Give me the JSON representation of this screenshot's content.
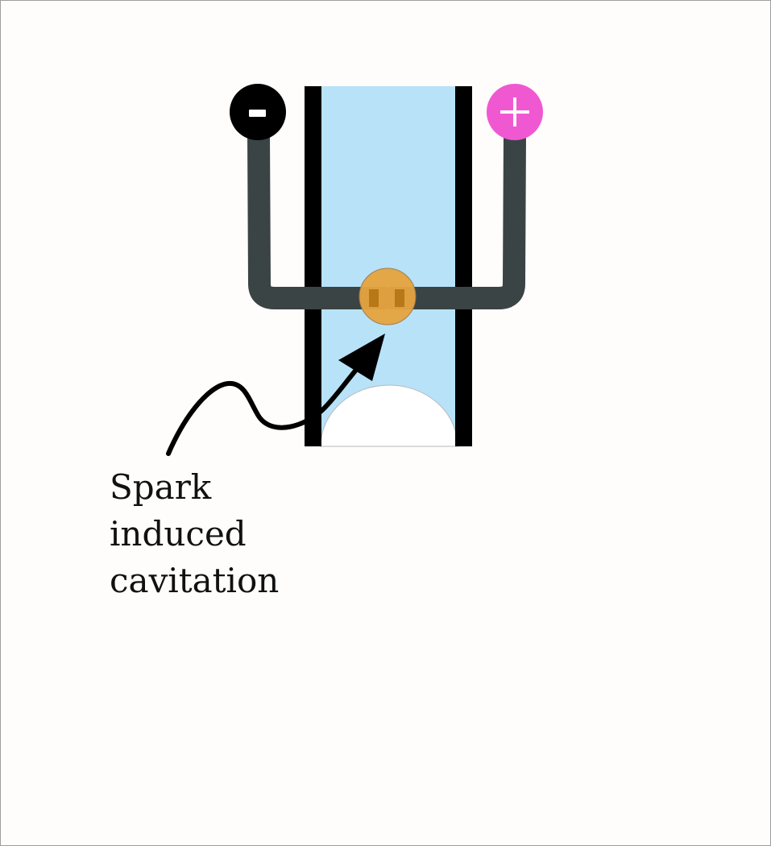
{
  "labels": {
    "caption_lines": [
      "Spark",
      "induced",
      "cavitation"
    ],
    "negative_symbol": "-",
    "positive_symbol": "+"
  },
  "colors": {
    "background": "#fefdfc",
    "border": "#9e9e9e",
    "liquid": "#b8e2f8",
    "walls": "#000000",
    "wires": "#3b4444",
    "spark": "#e6a43f",
    "electrode_tips": "#b87818",
    "negative_terminal": "#000000",
    "positive_terminal": "#f058d2",
    "arrow": "#000000",
    "bubble": "#ffffff"
  },
  "icons": {
    "negative_terminal": "minus-terminal-icon",
    "positive_terminal": "plus-terminal-icon",
    "spark": "spark-icon",
    "arrow": "curved-arrow-icon"
  }
}
